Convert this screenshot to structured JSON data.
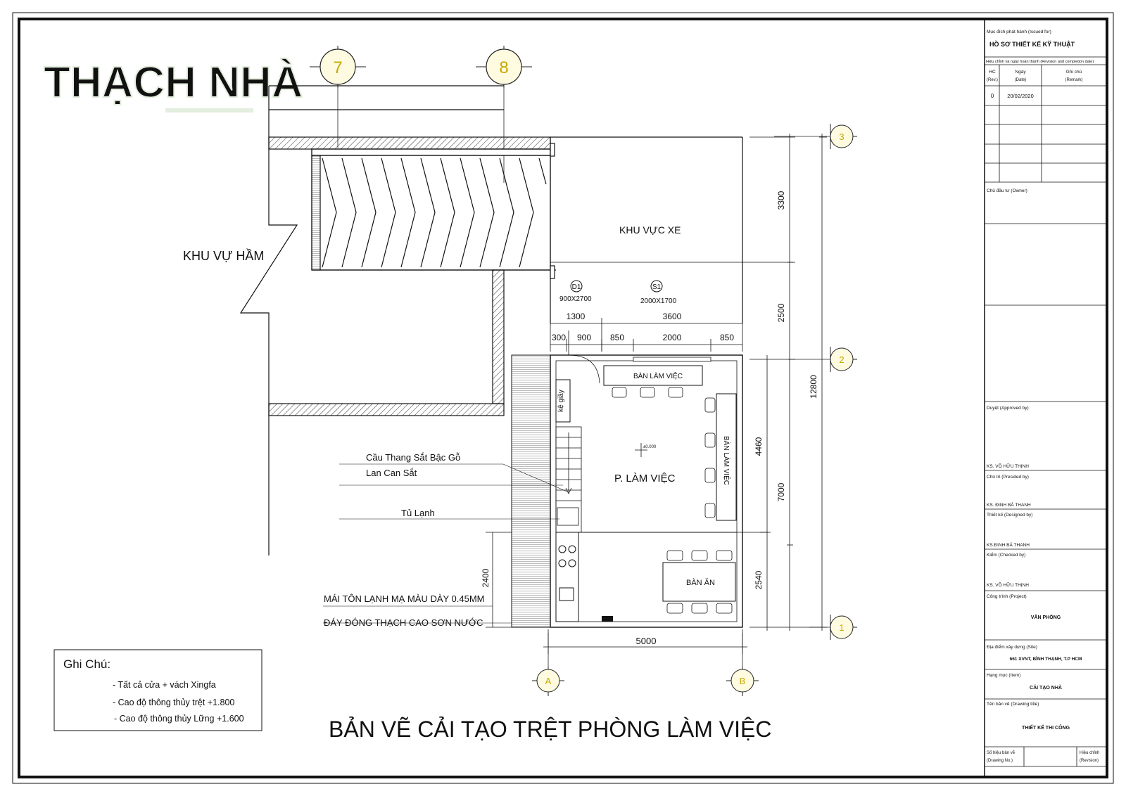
{
  "title": "BẢN VẼ CẢI TẠO TRỆT PHÒNG LÀM VIỆC",
  "watermark": "THẠCH NHÀ",
  "grid_labels": {
    "top": [
      "7",
      "8"
    ],
    "right": [
      "3",
      "2",
      "1"
    ],
    "bottom": [
      "A",
      "B"
    ]
  },
  "rooms": {
    "parking": "KHU VỰC XE",
    "basement": "KHU VỰ HẦM",
    "office": "P. LÀM VIỆC",
    "desk_top": "BÀN LÀM VIỆC",
    "desk_right": "BÀN LÀM VIỆC",
    "dining": "BÀN ĂN",
    "shoe_shelf": "kệ giầy",
    "elevation_mark": "±0.000"
  },
  "openings": {
    "door_tag": "D1",
    "door_size": "900X2700",
    "window_tag": "S1",
    "window_size": "2000X1700"
  },
  "dimensions": {
    "top_row1": [
      "1300",
      "3600"
    ],
    "top_row2": [
      "300",
      "900",
      "850",
      "2000",
      "850"
    ],
    "right_col1": [
      "3300",
      "2500",
      "4460",
      "2540"
    ],
    "right_col2": [
      "7000"
    ],
    "right_total": "12800",
    "bottom": "5000",
    "left": "2400"
  },
  "annotations": {
    "stair_line1": "Cầu Thang Sắt Bậc Gỗ",
    "stair_line2": "Lan Can Sắt",
    "fridge": "Tủ Lạnh",
    "roof": "MÁI TÔN LẠNH MẠ MÀU DÀY 0.45MM",
    "ceiling": "ĐÁY ĐÓNG THẠCH CAO SƠN NƯỚC"
  },
  "notes": {
    "heading": "Ghi Chú:",
    "items": [
      "- Tất cả cửa + vách Xingfa",
      "- Cao độ thông thủy trệt  +1.800",
      "- Cao độ thông thủy Lững  +1.600"
    ]
  },
  "title_block": {
    "issued_for_label": "Mục đích phát hành (Issued for)",
    "issued_for_value": "HỒ SƠ THIẾT KẾ KỸ THUẬT",
    "revision_header": "Hiệu chỉnh và ngày hoàn thành (Revision and completion date)",
    "col_hc": "HC",
    "col_hc_en": "(Rev.)",
    "col_date": "Ngày",
    "col_date_en": "(Date)",
    "col_remark": "Ghi chú",
    "col_remark_en": "(Remark)",
    "rev_no": "0",
    "rev_date": "20/02/2020",
    "owner_label": "Chủ đầu tư (Owner)",
    "approved_label": "Duyệt (Approved by)",
    "approved_name": "KS. VÕ HỮU THỊNH",
    "presided_label": "Chủ trì (Presided by)",
    "presided_name": "KS. ĐINH BÁ THANH",
    "designed_label": "Thiết kế (Designed by)",
    "designed_name": "KS.ĐINH BÁ THANH",
    "checked_label": "Kiểm (Checked by)",
    "checked_name": "KS. VÕ HỮU THỊNH",
    "project_label": "Công trình (Project)",
    "project_value": "VĂN PHÒNG",
    "site_label": "Địa điểm xây dựng (Site)",
    "site_value": "661 XVNT, BÌNH THẠNH, T.P HCM",
    "item_label": "Hạng mục (Item)",
    "item_value": "CẢI TẠO NHÀ",
    "drawing_title_label": "Tên bản vẽ (Drawing title)",
    "drawing_title_value": "THIẾT KẾ THI CÔNG",
    "drawing_no_label": "Số hiệu bản vẽ",
    "drawing_no_en": "(Drawing No.)",
    "revision_label": "Hiệu chỉnh",
    "revision_en": "(Revision)"
  },
  "colors": {
    "line": "#111111",
    "grid_bubble_fill": "#fff9c4",
    "grid_bubble_text": "#c8a800",
    "watermark": "#e3eede"
  }
}
